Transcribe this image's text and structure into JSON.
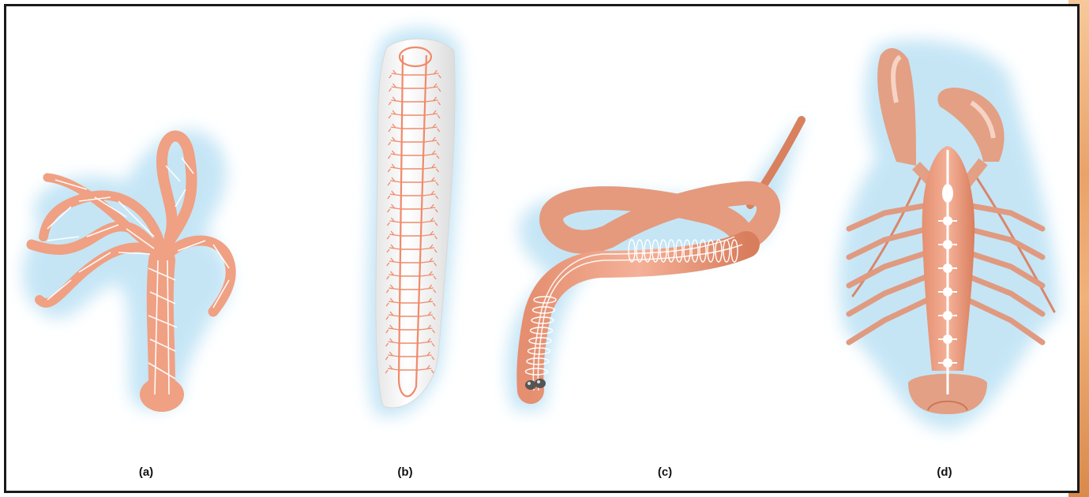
{
  "figure": {
    "panels": [
      {
        "id": "a",
        "label": "(a)",
        "organism_icon": "hydra-nerve-net-icon"
      },
      {
        "id": "b",
        "label": "(b)",
        "organism_icon": "flatworm-ladder-nervous-system-icon"
      },
      {
        "id": "c",
        "label": "(c)",
        "organism_icon": "annelid-worm-nervous-system-icon"
      },
      {
        "id": "d",
        "label": "(d)",
        "organism_icon": "crayfish-nervous-system-icon"
      }
    ],
    "colors": {
      "glow": "#bfe3f5",
      "tissue": "#f0a083",
      "tissue_dark": "#d9805f",
      "nerve": "#ffffff",
      "frame": "#1a1a1a",
      "edge_strip": "#e9a36a"
    }
  }
}
